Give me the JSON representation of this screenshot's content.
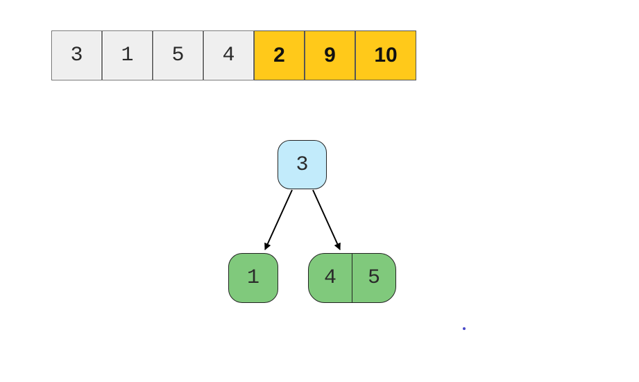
{
  "array": {
    "cells": [
      {
        "value": "3",
        "state": "unsorted"
      },
      {
        "value": "1",
        "state": "unsorted"
      },
      {
        "value": "5",
        "state": "unsorted"
      },
      {
        "value": "4",
        "state": "unsorted"
      },
      {
        "value": "2",
        "state": "sorted"
      },
      {
        "value": "9",
        "state": "sorted"
      },
      {
        "value": "10",
        "state": "sorted"
      }
    ],
    "colors": {
      "unsorted": "#efefef",
      "sorted": "#ffc91a"
    }
  },
  "tree": {
    "root": {
      "value": "3",
      "color": "#c2ebfb"
    },
    "left": {
      "value": "1",
      "color": "#80c97c"
    },
    "right": {
      "values": [
        "4",
        "5"
      ],
      "color": "#80c97c"
    }
  }
}
